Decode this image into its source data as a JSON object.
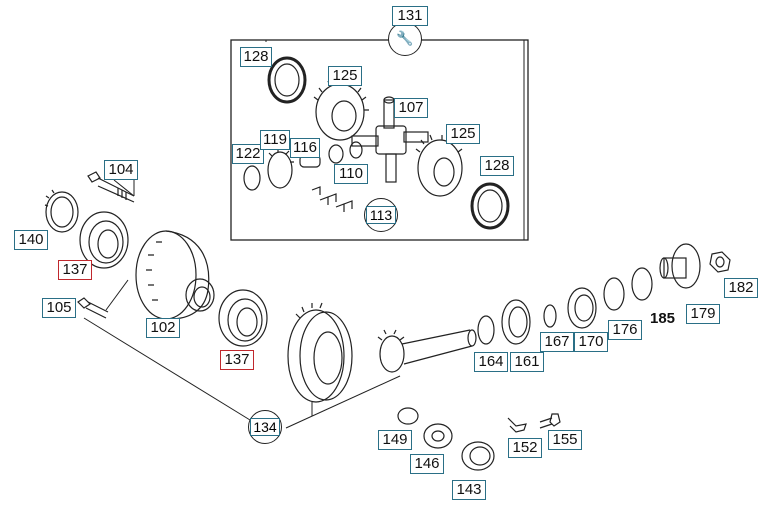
{
  "diagram": {
    "accent_color": "#2a6f86",
    "highlight_color": "#c0282d",
    "callouts": [
      {
        "id": "131",
        "type": "circle-tool"
      },
      {
        "id": "128a",
        "text": "128"
      },
      {
        "id": "125a",
        "text": "125"
      },
      {
        "id": "107",
        "text": "107"
      },
      {
        "id": "125b",
        "text": "125"
      },
      {
        "id": "122",
        "text": "122"
      },
      {
        "id": "119",
        "text": "119"
      },
      {
        "id": "116",
        "text": "116"
      },
      {
        "id": "110",
        "text": "110"
      },
      {
        "id": "128b",
        "text": "128"
      },
      {
        "id": "113",
        "text": "113"
      },
      {
        "id": "104",
        "text": "104"
      },
      {
        "id": "140",
        "text": "140"
      },
      {
        "id": "137a",
        "text": "137"
      },
      {
        "id": "105",
        "text": "105"
      },
      {
        "id": "102",
        "text": "102"
      },
      {
        "id": "137b",
        "text": "137"
      },
      {
        "id": "134",
        "text": "134"
      },
      {
        "id": "164",
        "text": "164"
      },
      {
        "id": "161",
        "text": "161"
      },
      {
        "id": "167",
        "text": "167"
      },
      {
        "id": "170",
        "text": "170"
      },
      {
        "id": "176",
        "text": "176"
      },
      {
        "id": "185",
        "text": "185"
      },
      {
        "id": "179",
        "text": "179"
      },
      {
        "id": "182",
        "text": "182"
      },
      {
        "id": "149",
        "text": "149"
      },
      {
        "id": "146",
        "text": "146"
      },
      {
        "id": "152",
        "text": "152"
      },
      {
        "id": "155",
        "text": "155"
      },
      {
        "id": "143",
        "text": "143"
      }
    ],
    "labels": {
      "l131": "131",
      "l128a": "128",
      "l125a": "125",
      "l107": "107",
      "l125b": "125",
      "l122": "122",
      "l119": "119",
      "l116": "116",
      "l110": "110",
      "l128b": "128",
      "l113": "113",
      "l104": "104",
      "l140": "140",
      "l137a": "137",
      "l105": "105",
      "l102": "102",
      "l137b": "137",
      "l134": "134",
      "l164": "164",
      "l161": "161",
      "l167": "167",
      "l170": "170",
      "l176": "176",
      "l185": "185",
      "l179": "179",
      "l182": "182",
      "l149": "149",
      "l146": "146",
      "l152": "152",
      "l155": "155",
      "l143": "143"
    }
  }
}
